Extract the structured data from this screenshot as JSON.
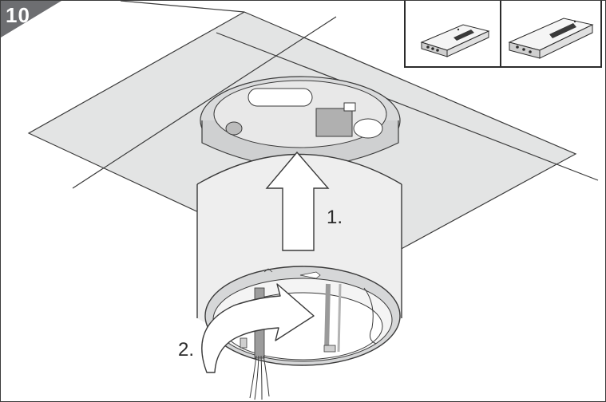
{
  "step": {
    "number": "10",
    "badge_color": "#6d6e71"
  },
  "labels": {
    "step1": "1.",
    "step2": "2."
  },
  "colors": {
    "ceiling": "#e3e4e4",
    "housing": "#eeeeee",
    "line": "#2b2b2b",
    "arrow_fill": "#ffffff"
  },
  "icons": {
    "arrow_up": "arrow-up-icon",
    "arrow_rotate": "rotate-arrow-icon"
  }
}
